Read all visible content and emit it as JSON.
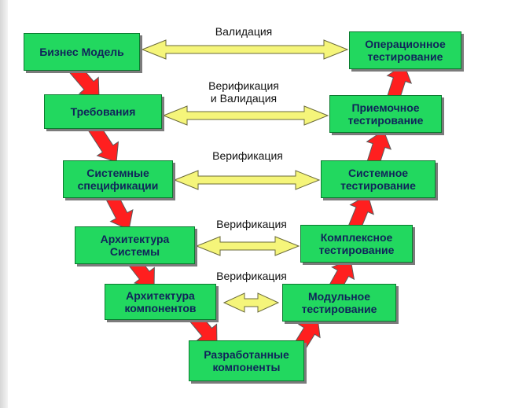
{
  "diagram": {
    "left_stages": [
      "Бизнес Модель",
      "Требования",
      "Системные\nспецификации",
      "Архитектура\nСистемы",
      "Архитектура\nкомпонентов"
    ],
    "bottom_stage": "Разработанные\nкомпоненты",
    "right_stages": [
      "Операционное\nтестирование",
      "Приемочное\nтестирование",
      "Системное\nтестирование",
      "Комплексное\nтестирование",
      "Модульное\nтестирование"
    ],
    "links": [
      "Валидация",
      "Верификация\nи Валидация",
      "Верификация",
      "Верификация",
      "Верификация"
    ]
  },
  "colors": {
    "box_fill": "#22d85f",
    "box_text": "#10245a",
    "red_arrow": "#ff1f1f",
    "yellow_arrow": "#f5f57a"
  }
}
